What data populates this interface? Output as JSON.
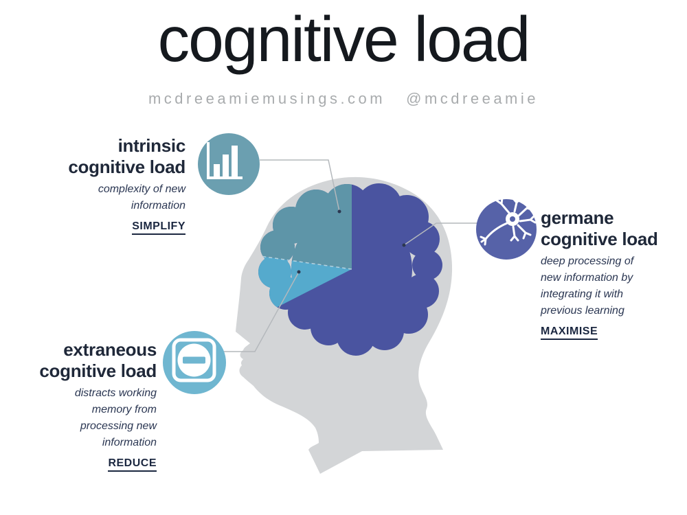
{
  "title": "cognitive load",
  "subtitle": {
    "site": "mcdreeamiemusings.com",
    "handle": "@mcdreeamie"
  },
  "colors": {
    "background": "#ffffff",
    "head_silhouette": "#d3d5d7",
    "germane": "#4a54a0",
    "intrinsic": "#5e95a8",
    "extraneous": "#55aacd",
    "germane_icon_bg": "#5662a8",
    "intrinsic_icon_bg": "#6b9fb0",
    "extraneous_icon_bg": "#6fb6d0",
    "icon_glyph": "#ffffff",
    "heading_text": "#1f2839",
    "body_text": "#2a3652",
    "title_text": "#15191e",
    "subtitle_text": "#a8abad",
    "leader_line": "#b4b8bc",
    "leader_dot": "#2c3850"
  },
  "brain_pie": {
    "type": "pie",
    "slices": [
      {
        "label": "germane cognitive load",
        "share_pct": 67,
        "color": "#4a54a0"
      },
      {
        "label": "intrinsic cognitive load",
        "share_pct": 23,
        "color": "#5e95a8"
      },
      {
        "label": "extraneous cognitive load",
        "share_pct": 10,
        "color": "#55aacd"
      }
    ]
  },
  "sections": {
    "intrinsic": {
      "heading1": "intrinsic",
      "heading2": "cognitive load",
      "description": [
        "complexity of new",
        "information"
      ],
      "action": "SIMPLIFY",
      "icon": "bar-chart-icon"
    },
    "germane": {
      "heading1": "germane",
      "heading2": "cognitive load",
      "description": [
        "deep processing of",
        "new information by",
        "integrating it with",
        "previous learning"
      ],
      "action": "MAXIMISE",
      "icon": "neuron-icon"
    },
    "extraneous": {
      "heading1": "extraneous",
      "heading2": "cognitive load",
      "description": [
        "distracts working",
        "memory from",
        "processing new",
        "information"
      ],
      "action": "REDUCE",
      "icon": "minus-icon"
    }
  }
}
